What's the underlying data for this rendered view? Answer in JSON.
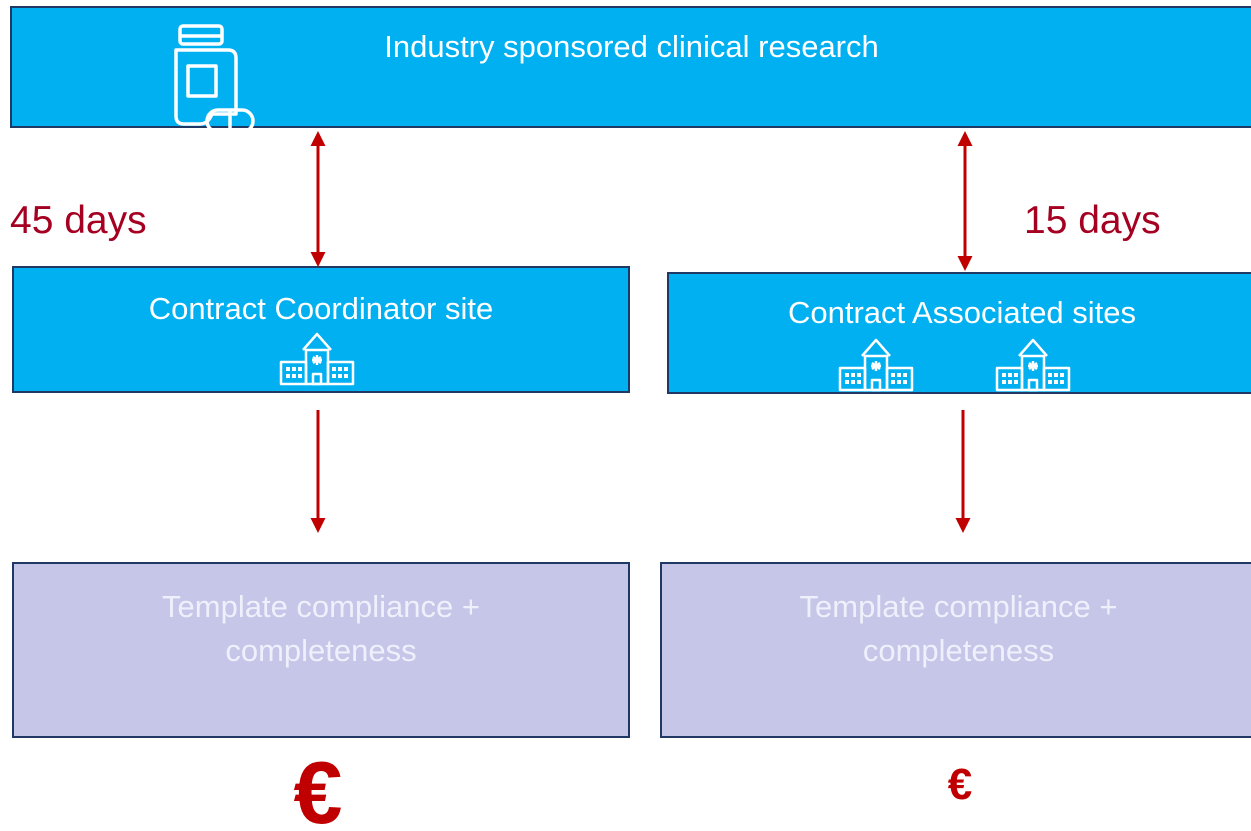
{
  "header": {
    "title": "Industry sponsored clinical research",
    "icon": "medicine-bottle-icon"
  },
  "left": {
    "days_label": "45 days",
    "contract_label": "Contract Coordinator site",
    "template_label_line1": "Template compliance +",
    "template_label_line2": "completeness",
    "cost_symbol": "€",
    "hospital_icons": [
      "hospital-icon"
    ]
  },
  "right": {
    "days_label": "15 days",
    "contract_label": "Contract Associated sites",
    "template_label_line1": "Template compliance +",
    "template_label_line2": "completeness",
    "cost_symbol": "€",
    "hospital_icons": [
      "hospital-icon",
      "hospital-icon"
    ]
  },
  "colors": {
    "box_blue": "#00b0f0",
    "box_lavender": "#c5c6e8",
    "border": "#1f3864",
    "arrow": "#c00000",
    "days_text": "#a50021"
  }
}
